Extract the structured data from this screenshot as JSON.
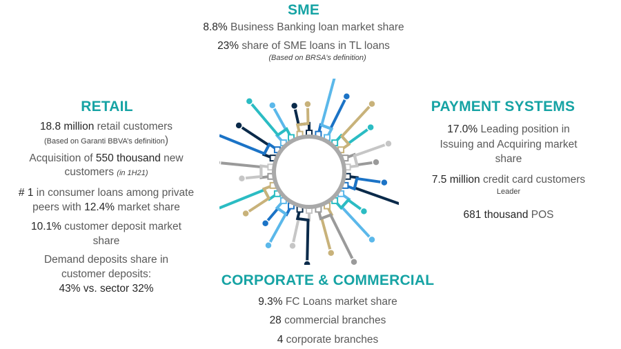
{
  "sme": {
    "title": "SME",
    "line1_value": "8.8%",
    "line1_text": " Business  Banking  loan market share",
    "line2_value": "23%",
    "line2_text": "  share of  SME loans in TL loans",
    "note": "(Based on BRSA’s definition)"
  },
  "retail": {
    "title": "RETAIL",
    "customers_value": "18.8 million",
    "customers_text": " retail customers",
    "customers_note": "(Based on Garanti BBVA’s definition",
    "customers_note_close": ")",
    "acq_pre": "Acquisition of ",
    "acq_value": "550 thousand",
    "acq_post": " new",
    "acq_line2": "customers ",
    "acq_note": "(in 1H21)",
    "rank_value": "# 1",
    "rank_text": " in consumer loans among private",
    "rank_line2_pre": "peers with  ",
    "rank_line2_value": "12.4%",
    "rank_line2_post": " market share",
    "deposit_value": "10.1%",
    "deposit_text": " customer deposit market",
    "deposit_line2": "share",
    "demand_line1": "Demand deposits share in",
    "demand_line2": "customer deposits:",
    "demand_line3": "43% vs. sector 32%"
  },
  "payment": {
    "title": "PAYMENT SYSTEMS",
    "issuing_value": "17.0%",
    "issuing_text": " Leading position in",
    "issuing_line2": "Issuing and Acquiring market",
    "issuing_line3": "share",
    "cards_value": "7.5 million",
    "cards_text": " credit card customers",
    "cards_note": "Leader",
    "pos_value": "681 thousand",
    "pos_text": " POS"
  },
  "corporate": {
    "title": "CORPORATE & COMMERCIAL",
    "fc_value": "9.3%",
    "fc_text": " FC Loans market share",
    "commercial_value": "28",
    "commercial_text": " commercial branches",
    "corporate_value": "4",
    "corporate_text": " corporate branches"
  },
  "colors": {
    "accent": "#16a3a4",
    "text": "#595959",
    "circuit": [
      "#0a2a4a",
      "#1b73c6",
      "#5bb8ea",
      "#2bbcc3",
      "#c8b27a",
      "#9a9a9a",
      "#c6c6c6"
    ]
  },
  "icons": {
    "center": "circuit-chip-icon"
  }
}
